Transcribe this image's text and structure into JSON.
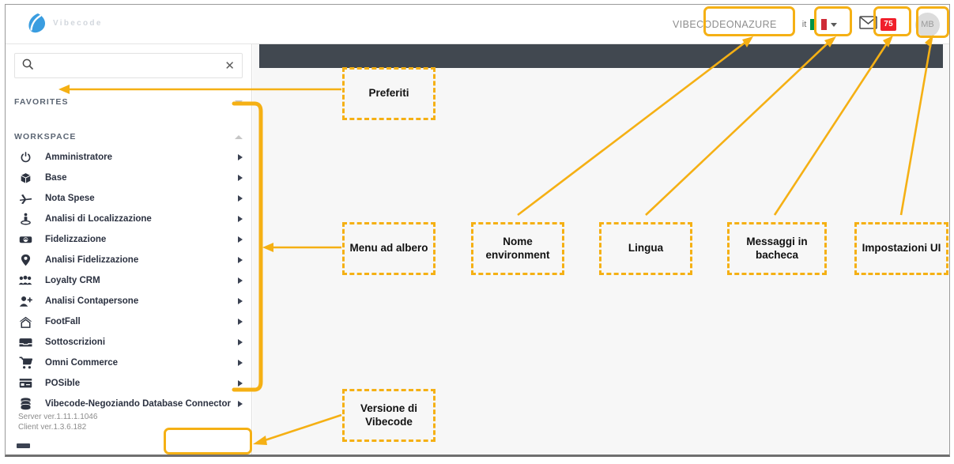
{
  "header": {
    "logo_text": "Vibecode",
    "environment_name": "VIBECODEONAZURE",
    "language_code": "it",
    "language_flag": "italy-flag-icon",
    "mail_icon": "envelope-icon",
    "mail_badge": "75",
    "avatar_initials": "MB",
    "dropdown_icon": "chevron-down-icon"
  },
  "sidebar": {
    "search": {
      "value": "",
      "placeholder": "",
      "icon": "search-icon",
      "clear_icon": "close-icon"
    },
    "favorites": {
      "label": "FAVORITES",
      "collapse_icon": "chevron-down-icon"
    },
    "workspace": {
      "label": "WORKSPACE",
      "collapse_icon": "chevron-up-icon"
    },
    "items": [
      {
        "label": "Amministratore",
        "icon": "power-icon"
      },
      {
        "label": "Base",
        "icon": "box-icon"
      },
      {
        "label": "Nota Spese",
        "icon": "airplane-icon"
      },
      {
        "label": "Analisi di Localizzazione",
        "icon": "person-pin-icon"
      },
      {
        "label": "Fidelizzazione",
        "icon": "handshake-icon"
      },
      {
        "label": "Analisi Fidelizzazione",
        "icon": "map-pin-icon"
      },
      {
        "label": "Loyalty CRM",
        "icon": "people-group-icon"
      },
      {
        "label": "Analisi Contapersone",
        "icon": "person-add-icon"
      },
      {
        "label": "FootFall",
        "icon": "home-icon"
      },
      {
        "label": "Sottoscrizioni",
        "icon": "inbox-icon"
      },
      {
        "label": "Omni Commerce",
        "icon": "shopping-cart-icon"
      },
      {
        "label": "POSible",
        "icon": "pos-terminal-icon"
      },
      {
        "label": "Vibecode-Negoziando Database Connector",
        "icon": "database-icon"
      }
    ],
    "version": {
      "server": "Server ver.1.11.1.1046",
      "client": "Client ver.1.3.6.182"
    },
    "collapse_handle": "collapse-sidebar-handle"
  },
  "annotations": {
    "accent_color": "#f5b014",
    "callouts": [
      {
        "text": "Preferiti"
      },
      {
        "text": "Menu ad albero"
      },
      {
        "text": "Nome environment"
      },
      {
        "text": "Lingua"
      },
      {
        "text": "Messaggi in bacheca"
      },
      {
        "text": "Impostazioni UI"
      },
      {
        "text": "Versione di Vibecode"
      }
    ]
  }
}
